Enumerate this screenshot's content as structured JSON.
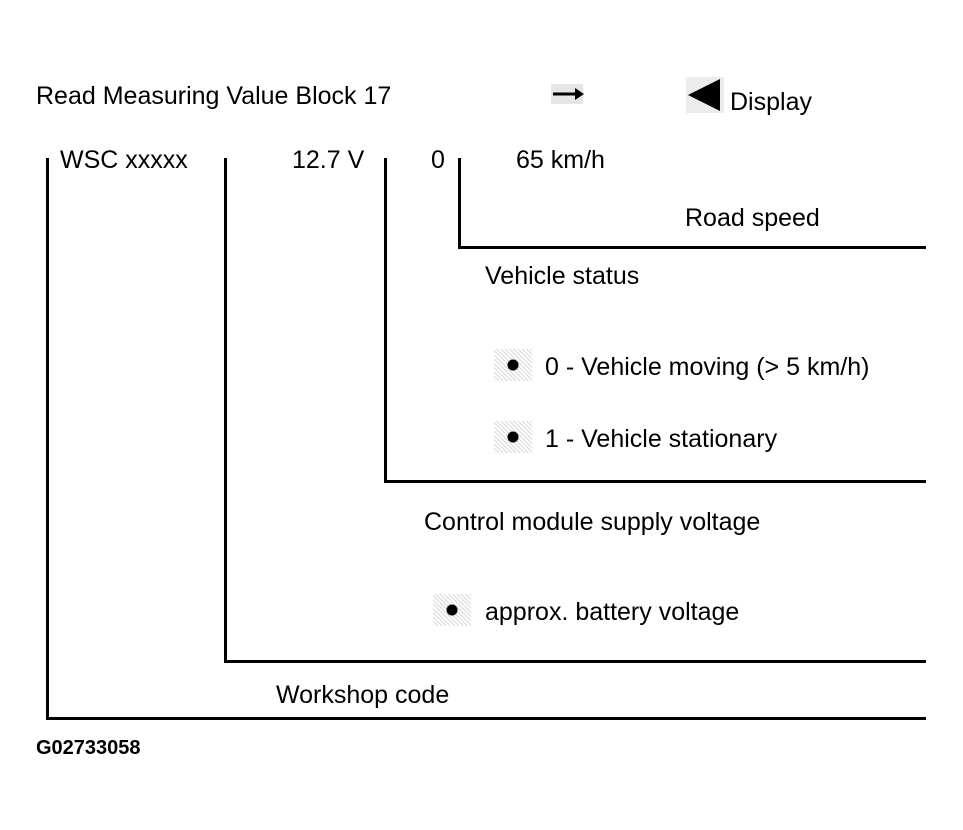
{
  "header": {
    "title": "Read Measuring Value Block 17",
    "display_label": "Display"
  },
  "display_values": {
    "workshop_code": "WSC xxxxx",
    "voltage": "12.7 V",
    "vehicle_status": "0",
    "road_speed": "65 km/h"
  },
  "callouts": {
    "road_speed": "Road speed",
    "vehicle_status": "Vehicle status",
    "status_moving": "0 - Vehicle moving (> 5 km/h)",
    "status_stationary": "1 - Vehicle stationary",
    "supply_voltage": "Control module supply voltage",
    "battery_voltage": "approx. battery voltage",
    "workshop_code": "Workshop code"
  },
  "figure_code": "G02733058",
  "icons": {
    "arrow": "right-arrow-icon",
    "display": "left-triangle-icon",
    "bullet": "bullet-icon"
  }
}
